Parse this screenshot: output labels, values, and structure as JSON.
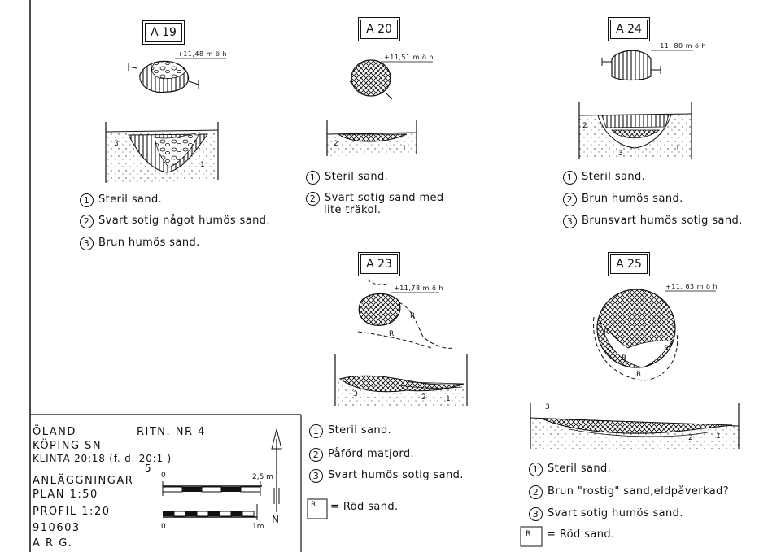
{
  "finds": {
    "a19": {
      "label": "A 19",
      "elev": "+11,48 m ö h"
    },
    "a20": {
      "label": "A 20",
      "elev": "+11,51 m ö h"
    },
    "a24": {
      "label": "A 24",
      "elev": "+11, 80 m ö h"
    },
    "a23": {
      "label": "A 23",
      "elev": "+11,78 m ö h"
    },
    "a25": {
      "label": "A 25",
      "elev": "+11, 63 m ö h"
    }
  },
  "legend_a19": [
    {
      "n": "1",
      "text": "Steril sand."
    },
    {
      "n": "2",
      "text": "Svart sotig något humös sand."
    },
    {
      "n": "3",
      "text": "Brun humös sand."
    }
  ],
  "legend_a20": [
    {
      "n": "1",
      "text": "Steril sand."
    },
    {
      "n": "2",
      "text": "Svart sotig sand med"
    },
    {
      "n": "",
      "text": "lite träkol."
    }
  ],
  "legend_a24": [
    {
      "n": "1",
      "text": "Steril sand."
    },
    {
      "n": "2",
      "text": "Brun humös sand."
    },
    {
      "n": "3",
      "text": "Brunsvart humös sotig sand."
    }
  ],
  "legend_a23": [
    {
      "n": "1",
      "text": "Steril sand."
    },
    {
      "n": "2",
      "text": "Påförd matjord."
    },
    {
      "n": "3",
      "text": "Svart humös sotig sand."
    }
  ],
  "legend_a23_rod": "= Röd sand.",
  "legend_a25": [
    {
      "n": "1",
      "text": "Steril sand."
    },
    {
      "n": "2",
      "text": "Brun \"rostig\" sand,eldpåverkad?"
    },
    {
      "n": "3",
      "text": "Svart sotig humös sand."
    }
  ],
  "legend_a25_rod": "= Röd sand.",
  "title_block": {
    "line1_left": "ÖLAND",
    "line1_right": "RITN. NR 4",
    "line2": "KÖPING SN",
    "line3": "KLINTA 20:18 (f. d. 20:1 )",
    "line3b": "5",
    "line4": "ANLÄGGNINGAR",
    "line5": "PLAN 1:50",
    "line6": "PROFIL 1:20",
    "line7": "910603",
    "line8": "A R G."
  },
  "scale": {
    "plan_zero": "0",
    "plan_end": "2,5 m",
    "profile_zero": "0",
    "profile_end": "1m",
    "north": "N"
  },
  "layer_marks": {
    "one": "1",
    "two": "2",
    "three": "3",
    "r": "R"
  }
}
